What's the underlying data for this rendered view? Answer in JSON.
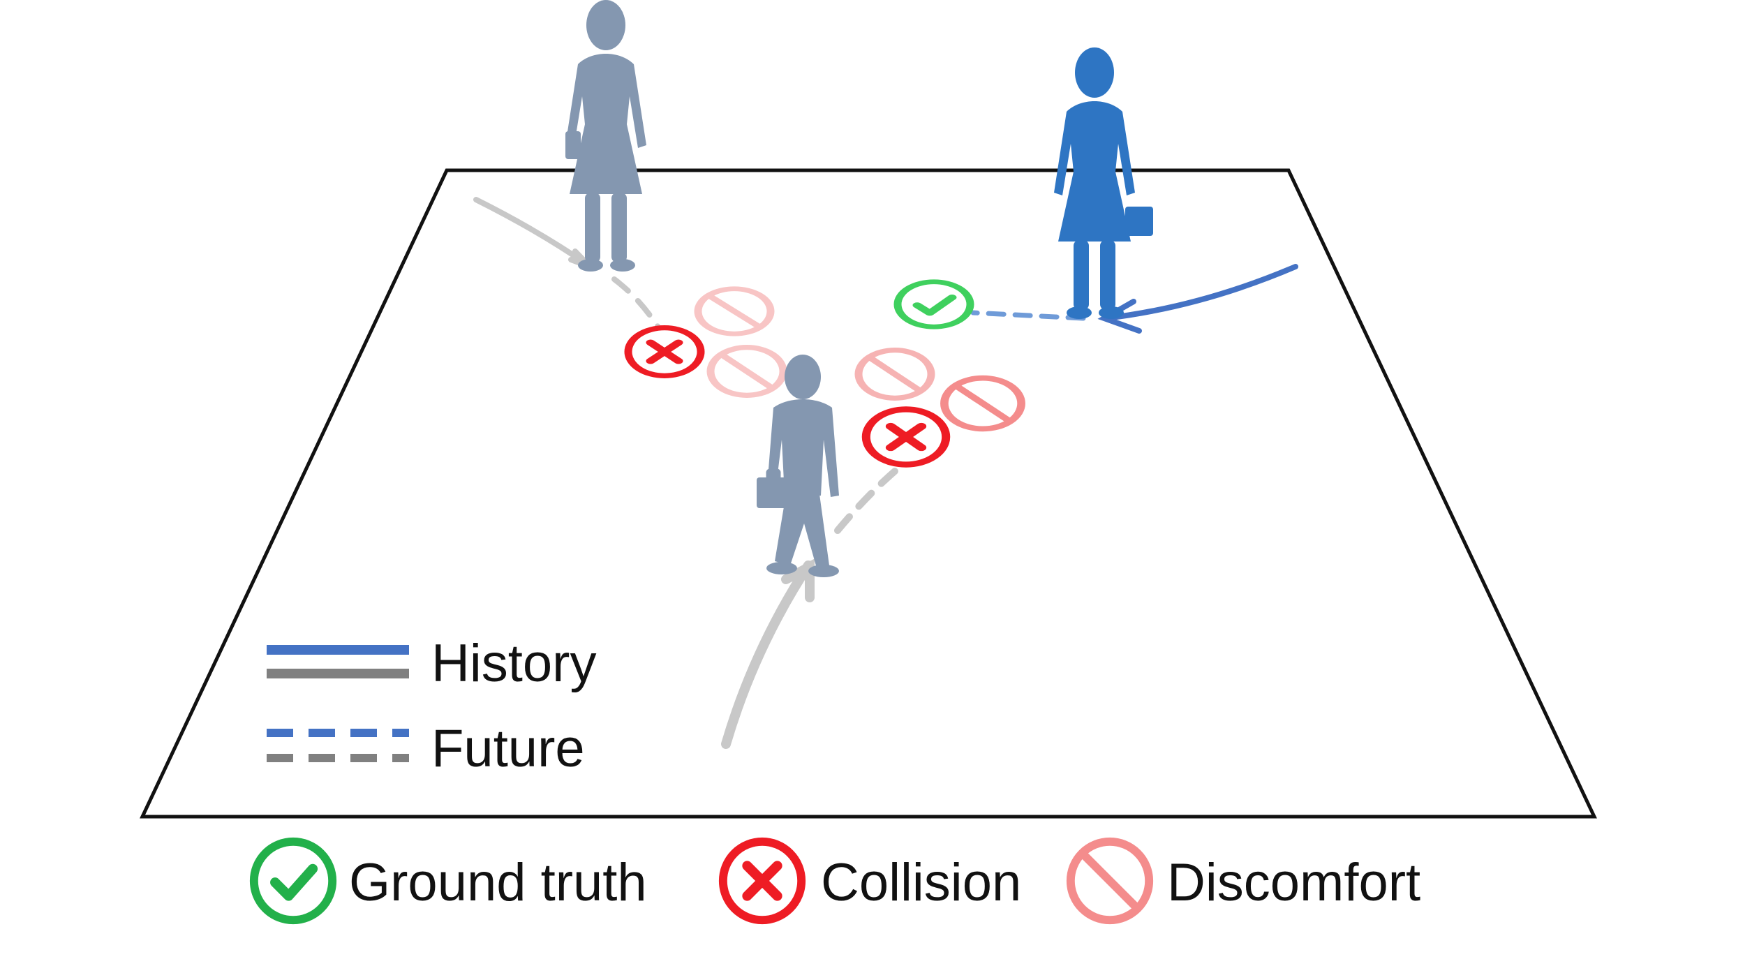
{
  "legend": {
    "history_label": "History",
    "future_label": "Future",
    "ground_truth_label": "Ground truth",
    "collision_label": "Collision",
    "discomfort_label": "Discomfort"
  },
  "colors": {
    "pedestrian_primary": "#2e75c3",
    "pedestrian_other": "#8497b0",
    "history_blue": "#4472c4",
    "history_gray": "#808080",
    "gray_path": "#c8c8c8",
    "ground_truth": "#22b04a",
    "collision": "#ee1c24",
    "discomfort": "#f48c8c",
    "plane_border": "#111111"
  },
  "icons": {
    "ground_truth": "check-circle",
    "collision": "x-circle",
    "discomfort": "prohibited-circle",
    "pedestrian": "person-silhouette"
  }
}
